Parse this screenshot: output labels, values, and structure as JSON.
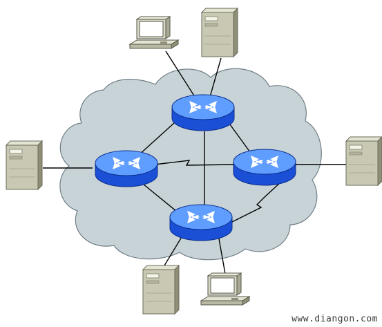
{
  "diagram": {
    "nodes": [
      {
        "id": "router-top",
        "kind": "router",
        "icon": "router-icon"
      },
      {
        "id": "router-left",
        "kind": "router",
        "icon": "router-icon"
      },
      {
        "id": "router-right",
        "kind": "router",
        "icon": "router-icon"
      },
      {
        "id": "router-bottom",
        "kind": "router",
        "icon": "router-icon"
      },
      {
        "id": "computer-top",
        "kind": "workstation",
        "icon": "computer-icon"
      },
      {
        "id": "server-top",
        "kind": "server",
        "icon": "server-icon"
      },
      {
        "id": "server-left",
        "kind": "server",
        "icon": "server-icon"
      },
      {
        "id": "server-right",
        "kind": "server",
        "icon": "server-icon"
      },
      {
        "id": "server-bottom",
        "kind": "server",
        "icon": "server-icon"
      },
      {
        "id": "computer-bottom",
        "kind": "workstation",
        "icon": "computer-icon"
      }
    ],
    "links": [
      {
        "from": "router-top",
        "to": "router-left",
        "type": "ethernet"
      },
      {
        "from": "router-top",
        "to": "router-right",
        "type": "ethernet"
      },
      {
        "from": "router-top",
        "to": "router-bottom",
        "type": "ethernet"
      },
      {
        "from": "router-left",
        "to": "router-right",
        "type": "serial"
      },
      {
        "from": "router-left",
        "to": "router-bottom",
        "type": "ethernet"
      },
      {
        "from": "router-right",
        "to": "router-bottom",
        "type": "serial"
      },
      {
        "from": "computer-top",
        "to": "router-top",
        "type": "ethernet"
      },
      {
        "from": "server-top",
        "to": "router-top",
        "type": "ethernet"
      },
      {
        "from": "server-left",
        "to": "router-left",
        "type": "ethernet"
      },
      {
        "from": "server-right",
        "to": "router-right",
        "type": "ethernet"
      },
      {
        "from": "server-bottom",
        "to": "router-bottom",
        "type": "ethernet"
      },
      {
        "from": "computer-bottom",
        "to": "router-bottom",
        "type": "ethernet"
      }
    ],
    "colors": {
      "cloud_fill": "#c8d3d8",
      "cloud_stroke": "#6f7e86",
      "router_top": "#5f9dff",
      "router_body": "#1a4fd6",
      "router_dark": "#0b2f8c",
      "server_body": "#c9c9b3",
      "server_dark": "#8f8f78",
      "line": "#000000"
    }
  },
  "watermark": "www.diangon.com"
}
